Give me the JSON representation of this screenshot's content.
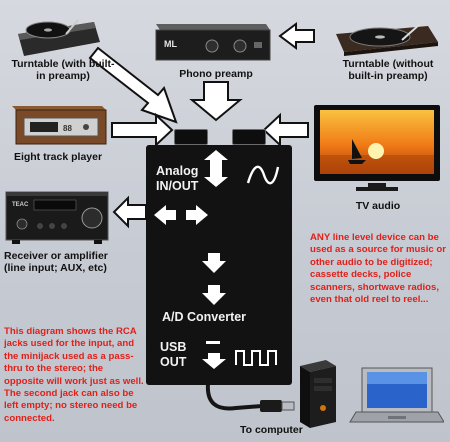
{
  "devices": {
    "turntable_preamp": "Turntable (with built-in preamp)",
    "phono_preamp": "Phono preamp",
    "turntable_no_preamp": "Turntable (without built-in preamp)",
    "eight_track": "Eight track player",
    "tv_audio": "TV audio",
    "receiver": "Receiver or amplifier (line input; AUX, etc)",
    "to_computer": "To computer"
  },
  "converter": {
    "analog_io": "Analog IN/OUT",
    "ad_converter": "A/D Converter",
    "usb_out": "USB OUT"
  },
  "device_text": {
    "eight_track_display": "88",
    "receiver_brand": "TEAC",
    "preamp_brand": "ML"
  },
  "notes": {
    "line_level": "ANY line level device can be used as a source for music or other audio to be digitized; cassette decks, police scanners, shortwave radios, even that old reel to reel...",
    "rca_jacks": "This diagram shows the RCA jacks used for the input, and the minijack used as a pass-thru to the stereo; the opposite will work just as well. The second jack can also be left empty; no stereo need be connected."
  },
  "colors": {
    "note_red": "#e1201a",
    "box_black": "#121212",
    "arrow_white": "#ffffff"
  }
}
